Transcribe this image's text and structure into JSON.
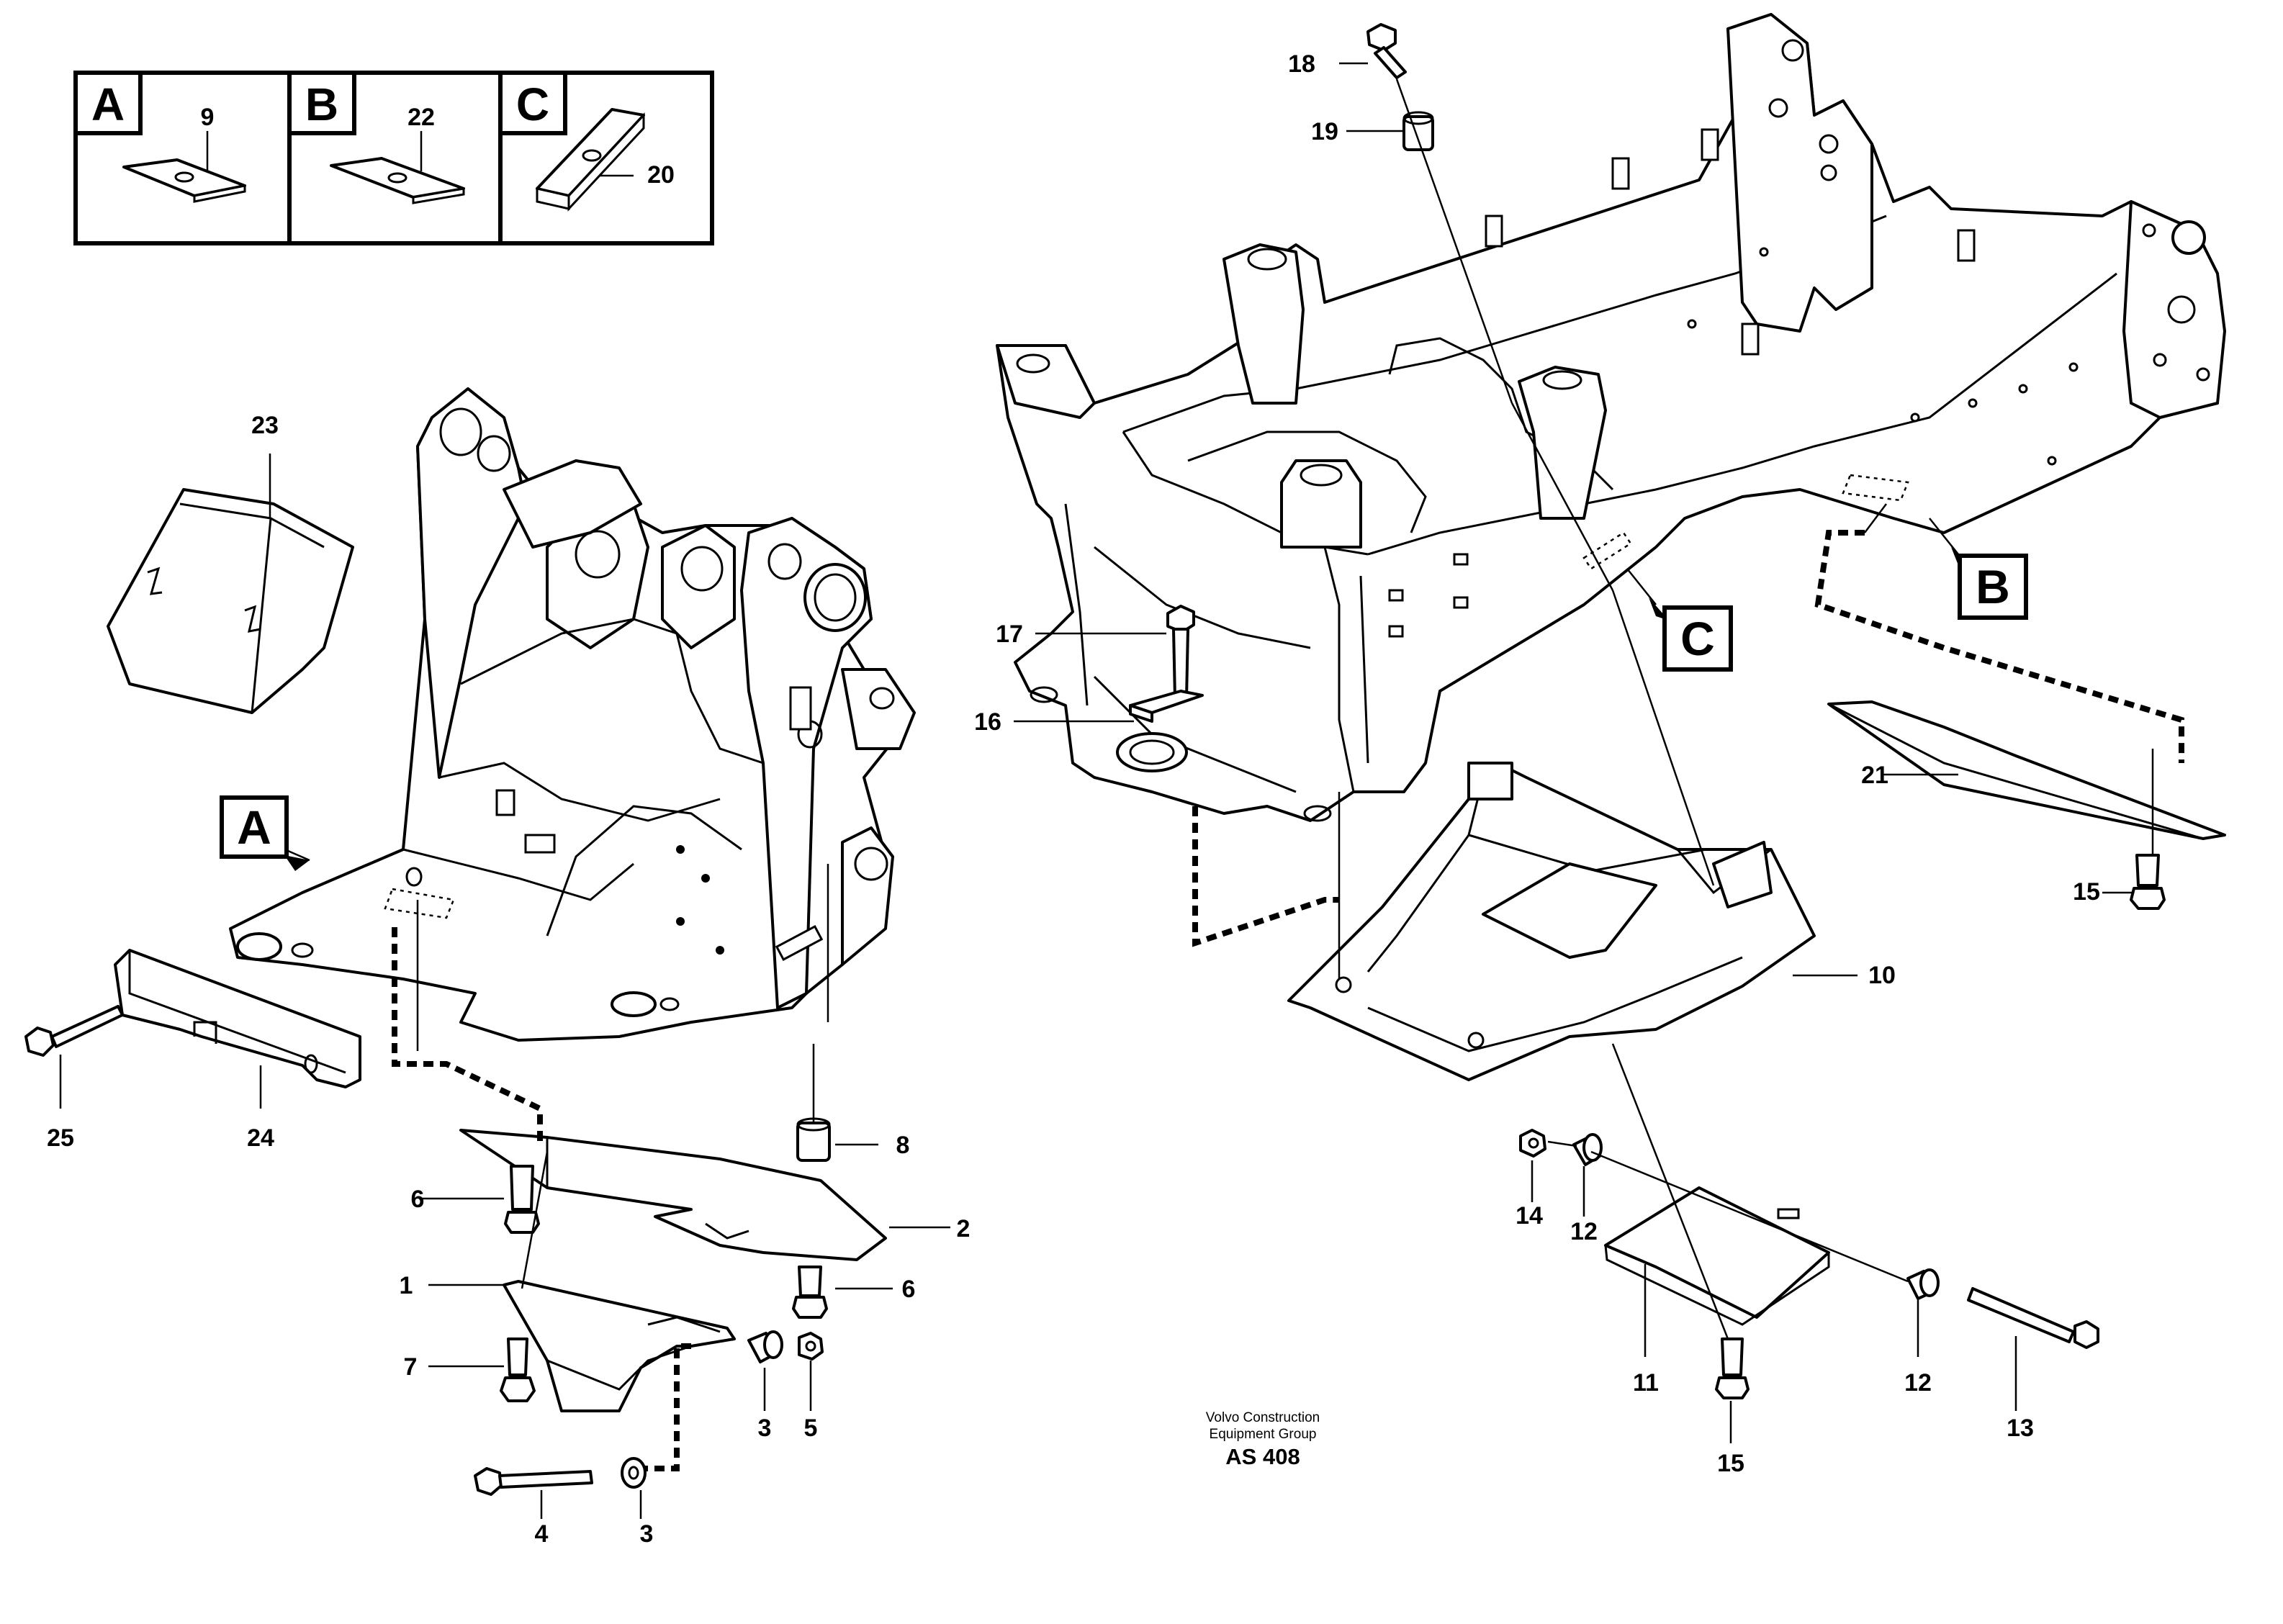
{
  "insets": [
    {
      "letter": "A",
      "part": "9"
    },
    {
      "letter": "B",
      "part": "22"
    },
    {
      "letter": "C",
      "part": "20"
    }
  ],
  "callouts": [
    "A",
    "B",
    "C"
  ],
  "part_numbers": {
    "p1": "1",
    "p2": "2",
    "p3a": "3",
    "p3b": "3",
    "p4": "4",
    "p5": "5",
    "p6a": "6",
    "p6b": "6",
    "p7": "7",
    "p8": "8",
    "p10": "10",
    "p11": "11",
    "p12a": "12",
    "p12b": "12",
    "p13": "13",
    "p14": "14",
    "p15a": "15",
    "p15b": "15",
    "p16": "16",
    "p17": "17",
    "p18": "18",
    "p19": "19",
    "p21": "21",
    "p23": "23",
    "p24": "24",
    "p25": "25"
  },
  "footer": {
    "line1": "Volvo Construction",
    "line2": "Equipment Group",
    "code": "AS 408"
  }
}
